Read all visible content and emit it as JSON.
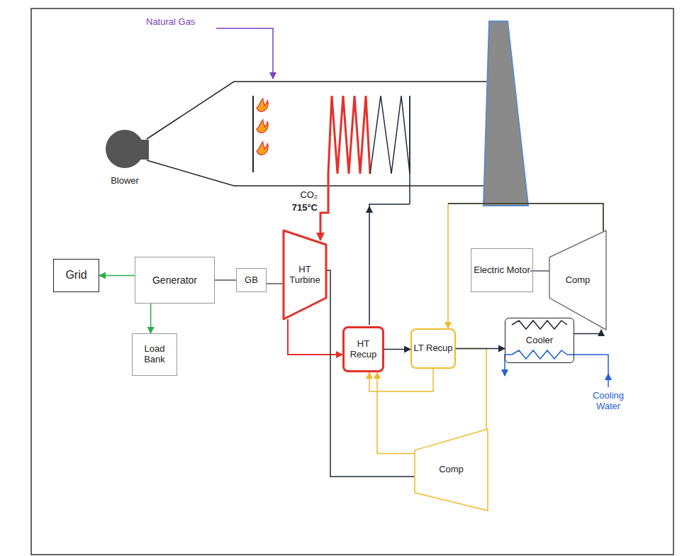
{
  "diagram": {
    "nodes": [
      {
        "text": [
          "Blower"
        ]
      },
      {
        "text": [
          "HT Turbine"
        ]
      },
      {
        "text": [
          "Grid"
        ]
      },
      {
        "text": [
          "Generator"
        ]
      },
      {
        "text": [
          "GB"
        ]
      },
      {
        "text": [
          "Load Bank"
        ]
      },
      {
        "text": [
          "Electric Motor"
        ]
      },
      {
        "text": [
          "Comp"
        ]
      },
      {
        "text": [
          "HT Recup"
        ]
      },
      {
        "text": [
          "LT Recup"
        ]
      },
      {
        "text": [
          "Cooler"
        ]
      },
      {
        "text": [
          "Comp"
        ]
      }
    ],
    "edges": [
      {
        "from": 3,
        "to": 2,
        "arrow": "to"
      },
      {
        "from": 3,
        "to": 5,
        "arrow": "to"
      },
      {
        "from": 4,
        "to": 3,
        "arrow": "none"
      },
      {
        "from": 1,
        "to": 4,
        "arrow": "none"
      },
      {
        "from": 1,
        "to": 8,
        "arrow": "to"
      },
      {
        "from": 1,
        "to": 11,
        "arrow": "none"
      },
      {
        "from": 8,
        "to": 9,
        "arrow": "to"
      },
      {
        "from": 9,
        "to": 10,
        "arrow": "to"
      },
      {
        "from": 10,
        "to": 7,
        "arrow": "to"
      },
      {
        "from": 7,
        "to": 9,
        "arrow": "to"
      },
      {
        "from": 9,
        "to": 11,
        "arrow": "none"
      },
      {
        "from": 9,
        "to": 8,
        "arrow": "to"
      },
      {
        "from": 11,
        "to": 8,
        "arrow": "to"
      }
    ],
    "labels": [
      "Natural Gas",
      "CO₂",
      "715°C",
      "Cooling Water"
    ]
  }
}
